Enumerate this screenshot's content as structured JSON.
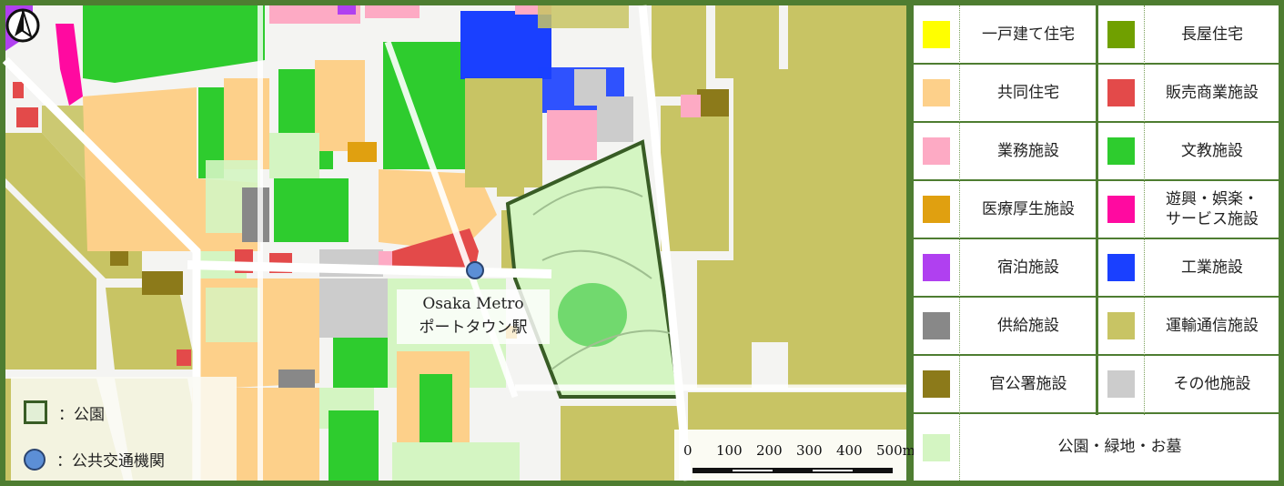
{
  "station": {
    "line1": "Osaka Metro",
    "line2": "ポートタウン駅"
  },
  "map_legend": {
    "park_label": "：公園",
    "transit_label": "：公共交通機関"
  },
  "scale": {
    "labels": [
      "0",
      "100",
      "200",
      "300",
      "400",
      "500m"
    ]
  },
  "north_arrow": {
    "icon": "north-arrow-icon"
  },
  "legend": {
    "items": [
      {
        "label": "一戸建て住宅",
        "color": "#ffff00"
      },
      {
        "label": "長屋住宅",
        "color": "#70a000"
      },
      {
        "label": "共同住宅",
        "color": "#fdd08a"
      },
      {
        "label": "販売商業施設",
        "color": "#e34a4a"
      },
      {
        "label": "業務施設",
        "color": "#fdaac4"
      },
      {
        "label": "文教施設",
        "color": "#2ecc2e"
      },
      {
        "label": "医療厚生施設",
        "color": "#e0a010"
      },
      {
        "label": "遊興・娯楽・\nサービス施設",
        "color": "#ff0aa0"
      },
      {
        "label": "宿泊施設",
        "color": "#b040f0"
      },
      {
        "label": "工業施設",
        "color": "#1a40ff"
      },
      {
        "label": "供給施設",
        "color": "#888888"
      },
      {
        "label": "運輸通信施設",
        "color": "#c8c464"
      },
      {
        "label": "官公署施設",
        "color": "#8c7a1a"
      },
      {
        "label": "その他施設",
        "color": "#cccccc"
      }
    ],
    "green": {
      "label": "公園・緑地・お墓",
      "color": "#d4f5c2"
    }
  },
  "colors": {
    "frame": "#4e7d31",
    "transport": "#c8c464",
    "apartment": "#fdd08a",
    "education": "#2ecc2e",
    "park": "#d4f5c2",
    "road": "#f4f4f2"
  }
}
